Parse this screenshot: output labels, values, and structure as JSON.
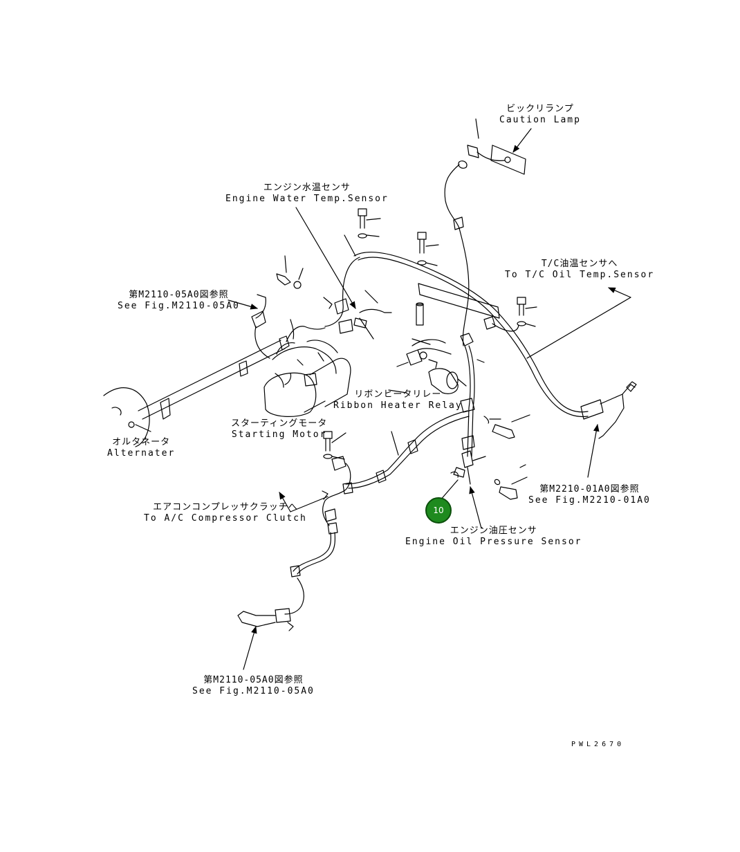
{
  "labels": {
    "caution_lamp": {
      "jp": "ビックリランプ",
      "en": "Caution Lamp"
    },
    "water_temp_sensor": {
      "jp": "エンジン水温センサ",
      "en": "Engine Water Temp.Sensor"
    },
    "tc_oil_temp_sensor": {
      "jp": "T/C油温センサへ",
      "en": "To T/C Oil Temp.Sensor"
    },
    "see_fig_upper_left": {
      "jp": "第M2110-05A0図参照",
      "en": "See Fig.M2110-05A0"
    },
    "ribbon_heater_relay": {
      "jp": "リボンヒータリレー",
      "en": "Ribbon Heater Relay"
    },
    "starting_motor": {
      "jp": "スターティングモータ",
      "en": "Starting Motor"
    },
    "alternator": {
      "jp": "オルタネータ",
      "en": "Alternater"
    },
    "see_fig_right": {
      "jp": "第M2210-01A0図参照",
      "en": "See Fig.M2210-01A0"
    },
    "ac_compressor_clutch": {
      "jp": "エアコンコンプレッサクラッチへ",
      "en": "To A/C Compressor Clutch"
    },
    "oil_pressure_sensor": {
      "jp": "エンジン油圧センサ",
      "en": "Engine Oil Pressure Sensor"
    },
    "see_fig_bottom": {
      "jp": "第M2110-05A0図参照",
      "en": "See Fig.M2110-05A0"
    }
  },
  "callout": {
    "number": "10",
    "color": "#1e8a1e"
  },
  "drawing_id": "PWL2670"
}
